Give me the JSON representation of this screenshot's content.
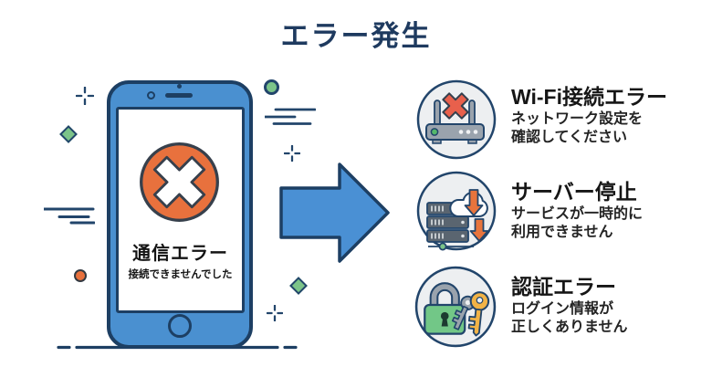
{
  "title": "エラー発生",
  "phone": {
    "error_label": "通信エラー",
    "error_message": "接続できませんでした",
    "error_icon": "x-circle-icon"
  },
  "arrow_icon": "right-arrow-icon",
  "errors": [
    {
      "icon": "wifi-router-error-icon",
      "heading": "Wi-Fi接続エラー",
      "desc_line1": "ネットワーク設定を",
      "desc_line2": "確認してください"
    },
    {
      "icon": "server-down-icon",
      "heading": "サーバー停止",
      "desc_line1": "サービスが一時的に",
      "desc_line2": "利用できません"
    },
    {
      "icon": "lock-key-icon",
      "heading": "認証エラー",
      "desc_line1": "ログイン情報が",
      "desc_line2": "正しくありません"
    }
  ],
  "decorations": {
    "sparkles": "plus-sparkle-icon",
    "diamonds": "diamond-icon",
    "dot": "orange-dot-icon",
    "circle": "green-circle-icon",
    "lines": "speed-lines-icon",
    "ground": "ground-line"
  },
  "colors": {
    "title_navy": "#1e3a5f",
    "outline_navy": "#22456b",
    "phone_blue": "#4a90d0",
    "arrow_blue": "#4a90d4",
    "error_orange": "#e8713d",
    "accent_green": "#7cc489",
    "icon_circle_bg": "#edeff1",
    "device_gray": "#9aa3ad",
    "server_gray": "#5a6570",
    "key_yellow": "#f2b346",
    "text_black": "#161616"
  }
}
